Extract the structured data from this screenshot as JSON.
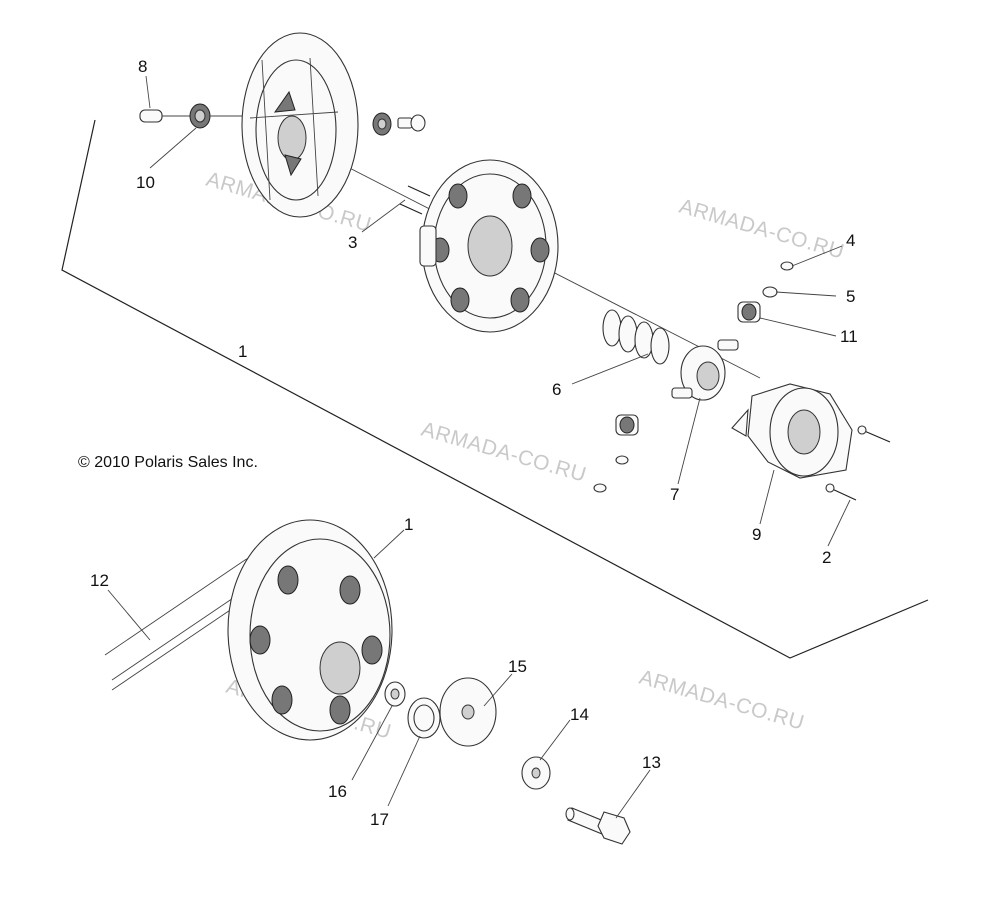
{
  "copyright": "© 2010 Polaris Sales Inc.",
  "watermark": "ARMADA-CO.RU",
  "callouts": {
    "c1_top": "1",
    "c1_bottom": "1",
    "c2": "2",
    "c3": "3",
    "c4": "4",
    "c5": "5",
    "c6": "6",
    "c7": "7",
    "c8": "8",
    "c9": "9",
    "c10": "10",
    "c11": "11",
    "c12": "12",
    "c13": "13",
    "c14": "14",
    "c15": "15",
    "c16": "16",
    "c17": "17"
  }
}
